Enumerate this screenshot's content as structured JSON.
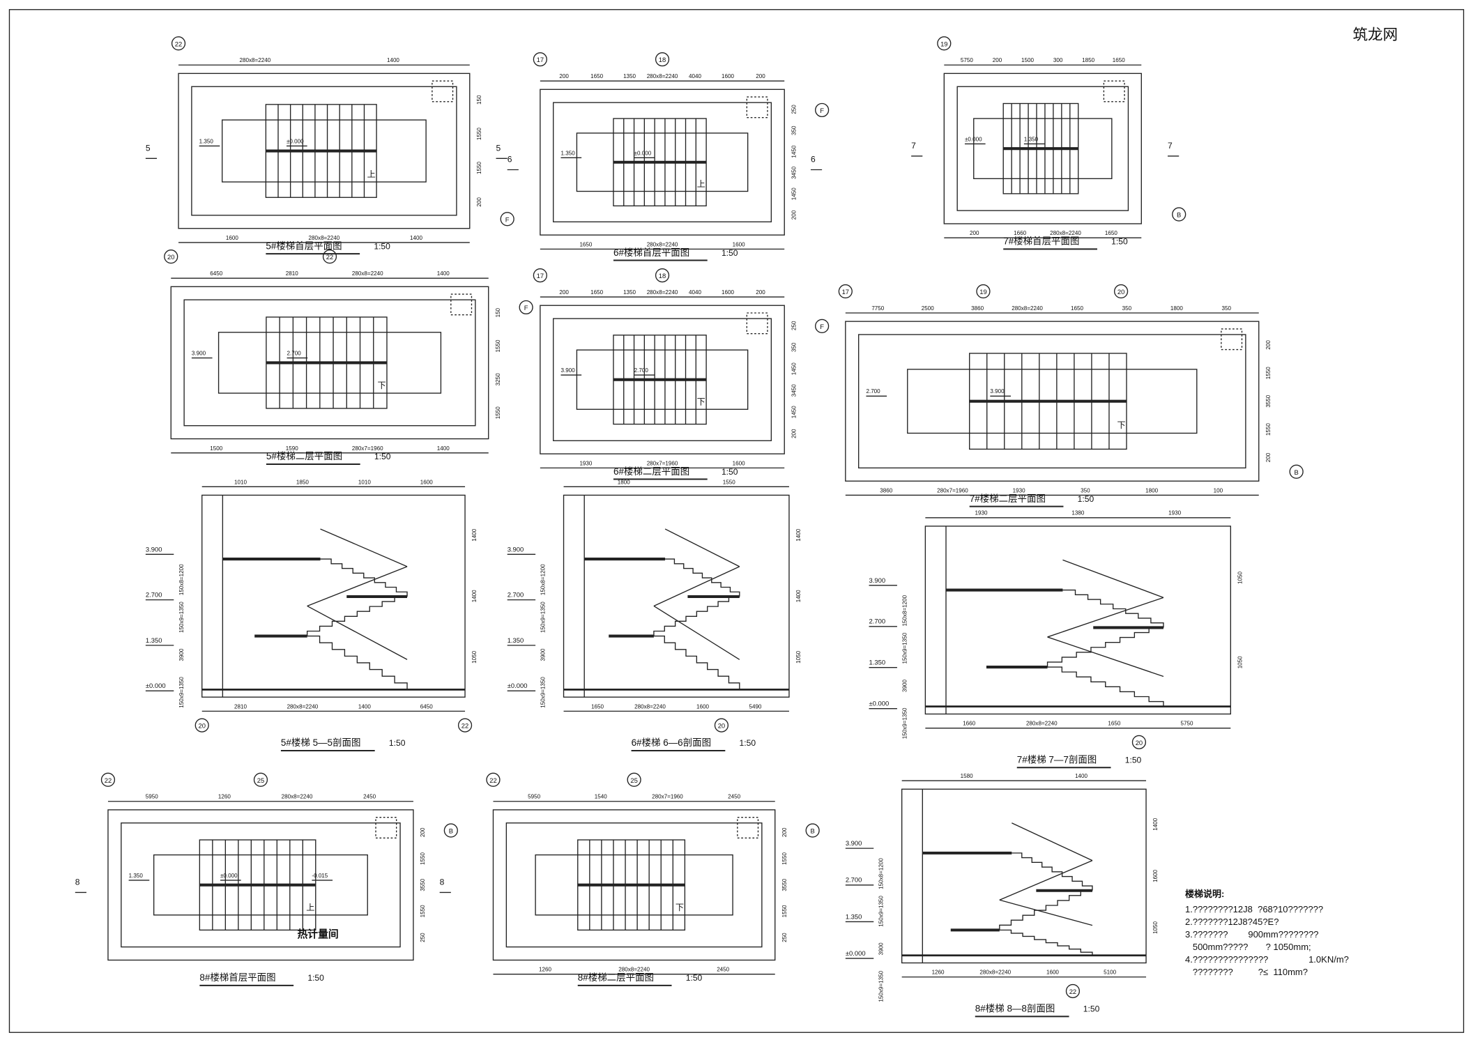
{
  "panels": [
    {
      "title": "5#楼梯首层平面图",
      "scale": "1:50",
      "type": "plan",
      "dims_top": [
        "280x8=2240",
        "1400"
      ],
      "dims_bottom": [
        "1600",
        "280x8=2240",
        "1400"
      ],
      "dims_right": [
        "150",
        "1550",
        "1550",
        "200"
      ],
      "axes": [
        "22",
        "F"
      ],
      "levels": [
        "1.350",
        "±0.000"
      ],
      "section_mark": "5",
      "arrow": "上"
    },
    {
      "title": "6#楼梯首层平面图",
      "scale": "1:50",
      "type": "plan",
      "dims_top": [
        "200",
        "1650",
        "1350",
        "280x8=2240",
        "4040",
        "1600",
        "200"
      ],
      "dims_bottom": [
        "1650",
        "280x8=2240",
        "1600"
      ],
      "dims_right": [
        "250",
        "350",
        "1450",
        "3450",
        "1450",
        "200"
      ],
      "axes": [
        "17",
        "18",
        "F"
      ],
      "levels": [
        "1.350",
        "±0.000"
      ],
      "section_mark": "6",
      "arrow": "上"
    },
    {
      "title": "7#楼梯首层平面图",
      "scale": "1:50",
      "type": "plan",
      "dims_top": [
        "5750",
        "200",
        "1500",
        "300",
        "1850",
        "1650"
      ],
      "dims_bottom": [
        "200",
        "1660",
        "280x8=2240",
        "1650"
      ],
      "dims_right": [],
      "axes": [
        "19",
        "B"
      ],
      "levels": [
        "±0.000",
        "1.350"
      ],
      "section_mark": "7",
      "arrow": ""
    },
    {
      "title": "5#楼梯二层平面图",
      "scale": "1:50",
      "type": "plan",
      "dims_top": [
        "6450",
        "2810",
        "280x8=2240",
        "1400"
      ],
      "dims_bottom": [
        "1500",
        "1590",
        "280x7=1960",
        "1400"
      ],
      "dims_right": [
        "150",
        "1550",
        "3250",
        "1550"
      ],
      "axes": [
        "20",
        "22",
        "F"
      ],
      "levels": [
        "3.900",
        "2.700"
      ],
      "section_mark": "",
      "arrow": "下"
    },
    {
      "title": "6#楼梯二层平面图",
      "scale": "1:50",
      "type": "plan",
      "dims_top": [
        "200",
        "1650",
        "1350",
        "280x8=2240",
        "4040",
        "1600",
        "200"
      ],
      "dims_bottom": [
        "1930",
        "280x7=1960",
        "1600"
      ],
      "dims_right": [
        "250",
        "350",
        "1450",
        "3450",
        "1450",
        "200"
      ],
      "axes": [
        "17",
        "18",
        "F"
      ],
      "levels": [
        "3.900",
        "2.700"
      ],
      "section_mark": "",
      "arrow": "下"
    },
    {
      "title": "7#楼梯二层平面图",
      "scale": "1:50",
      "type": "plan",
      "dims_top": [
        "7750",
        "2500",
        "3860",
        "280x8=2240",
        "1650",
        "350",
        "1800",
        "350"
      ],
      "dims_bottom": [
        "3860",
        "280x7=1960",
        "1930",
        "350",
        "1800",
        "100"
      ],
      "dims_right": [
        "200",
        "1550",
        "3550",
        "1550",
        "200"
      ],
      "axes": [
        "17",
        "19",
        "20",
        "B"
      ],
      "levels": [
        "2.700",
        "3.900"
      ],
      "section_mark": "",
      "arrow": "下"
    },
    {
      "title": "5#楼梯 5—5剖面图",
      "scale": "1:50",
      "type": "section",
      "dims_top": [
        "1010",
        "1850",
        "1010",
        "1600"
      ],
      "dims_bottom": [
        "2810",
        "280x8=2240",
        "1400",
        "6450"
      ],
      "dims_right": [
        "1400",
        "1400",
        "1050"
      ],
      "axes": [
        "20",
        "22"
      ],
      "levels": [
        "3.900",
        "2.700",
        "1.350",
        "±0.000"
      ],
      "dims_left": [
        "150x8=1200",
        "150x9=1350",
        "3900",
        "150x9=1350"
      ]
    },
    {
      "title": "6#楼梯 6—6剖面图",
      "scale": "1:50",
      "type": "section",
      "dims_top": [
        "1800",
        "1550"
      ],
      "dims_bottom": [
        "1650",
        "280x8=2240",
        "1600",
        "5490"
      ],
      "dims_right": [
        "1400",
        "1400",
        "1050"
      ],
      "axes": [
        "20"
      ],
      "levels": [
        "3.900",
        "2.700",
        "1.350",
        "±0.000"
      ],
      "dims_left": [
        "150x8=1200",
        "150x9=1350",
        "3900",
        "150x9=1350"
      ]
    },
    {
      "title": "7#楼梯 7—7剖面图",
      "scale": "1:50",
      "type": "section",
      "dims_top": [
        "1930",
        "1380",
        "1930"
      ],
      "dims_bottom": [
        "1660",
        "280x8=2240",
        "1650",
        "5750"
      ],
      "dims_right": [
        "1050",
        "1050"
      ],
      "axes": [
        "20"
      ],
      "levels": [
        "3.900",
        "2.700",
        "1.350",
        "±0.000"
      ],
      "dims_left": [
        "150x8=1200",
        "150x9=1350",
        "3900",
        "150x9=1350"
      ]
    },
    {
      "title": "8#楼梯首层平面图",
      "scale": "1:50",
      "type": "plan",
      "dims_top": [
        "5950",
        "1260",
        "280x8=2240",
        "2450"
      ],
      "dims_bottom": [],
      "dims_right": [
        "200",
        "1550",
        "3550",
        "1550",
        "250"
      ],
      "axes": [
        "22",
        "25",
        "B"
      ],
      "levels": [
        "1.350",
        "±0.000",
        "-0.015"
      ],
      "section_mark": "8",
      "arrow": "上",
      "room": "热计量间"
    },
    {
      "title": "8#楼梯二层平面图",
      "scale": "1:50",
      "type": "plan",
      "dims_top": [
        "5950",
        "1540",
        "280x7=1960",
        "2450"
      ],
      "dims_bottom": [
        "1260",
        "280x8=2240",
        "2450"
      ],
      "dims_right": [
        "200",
        "1550",
        "3550",
        "1550",
        "250"
      ],
      "axes": [
        "22",
        "25",
        "B"
      ],
      "levels": [],
      "section_mark": "",
      "arrow": "下"
    },
    {
      "title": "8#楼梯 8—8剖面图",
      "scale": "1:50",
      "type": "section",
      "dims_top": [
        "1580",
        "1400"
      ],
      "dims_bottom": [
        "1260",
        "280x8=2240",
        "1600",
        "5100"
      ],
      "dims_right": [
        "1400",
        "1600",
        "1050"
      ],
      "axes": [
        "22"
      ],
      "levels": [
        "3.900",
        "2.700",
        "1.350",
        "±0.000"
      ],
      "dims_left": [
        "150x8=1200",
        "150x9=1350",
        "3900",
        "150x9=1350"
      ]
    }
  ],
  "notes": {
    "heading": "楼梯说明:",
    "lines": [
      "1.????????12J8  ?68?10???????",
      "2.???????12J8?45?E?",
      "3.???????        900mm????????",
      "   500mm?????       ? 1050mm;",
      "4.???????????????                1.0KN/m?",
      "   ????????          ?≤  110mm?"
    ]
  },
  "watermark": "筑龙网"
}
